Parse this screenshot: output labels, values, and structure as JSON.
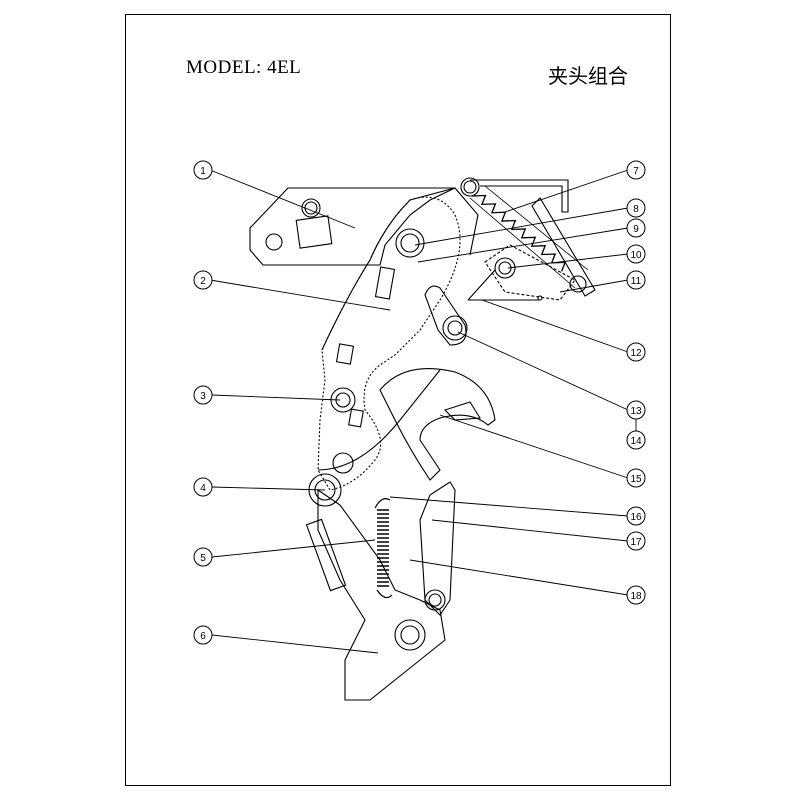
{
  "header": {
    "model": "MODEL: 4EL",
    "title": "夹头组合"
  },
  "callouts": [
    {
      "number": "1"
    },
    {
      "number": "2"
    },
    {
      "number": "3"
    },
    {
      "number": "4"
    },
    {
      "number": "5"
    },
    {
      "number": "6"
    },
    {
      "number": "7"
    },
    {
      "number": "8"
    },
    {
      "number": "9"
    },
    {
      "number": "10"
    },
    {
      "number": "11"
    },
    {
      "number": "12"
    },
    {
      "number": "13"
    },
    {
      "number": "14"
    },
    {
      "number": "15"
    },
    {
      "number": "16"
    },
    {
      "number": "17"
    },
    {
      "number": "18"
    }
  ]
}
